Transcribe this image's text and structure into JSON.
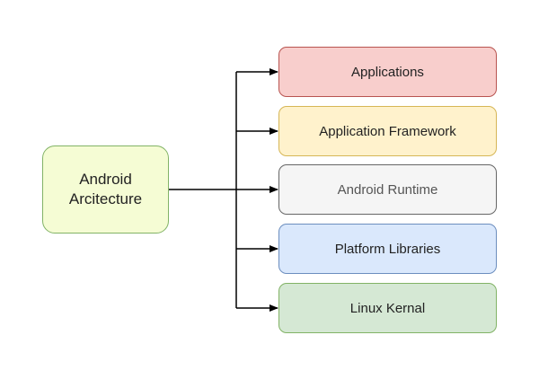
{
  "diagram": {
    "root": {
      "label": "Android\nArcitecture",
      "fill": "#f5fcd4",
      "stroke": "#82b366"
    },
    "layers": [
      {
        "label": "Applications",
        "fill": "#f8cecc",
        "stroke": "#b85450"
      },
      {
        "label": "Application Framework",
        "fill": "#fff2cc",
        "stroke": "#d6b656"
      },
      {
        "label": "Android Runtime",
        "fill": "#f5f5f5",
        "stroke": "#666666"
      },
      {
        "label": "Platform Libraries",
        "fill": "#dae8fc",
        "stroke": "#6c8ebf"
      },
      {
        "label": "Linux Kernal",
        "fill": "#d5e8d4",
        "stroke": "#82b366"
      }
    ],
    "connector_color": "#000000"
  }
}
